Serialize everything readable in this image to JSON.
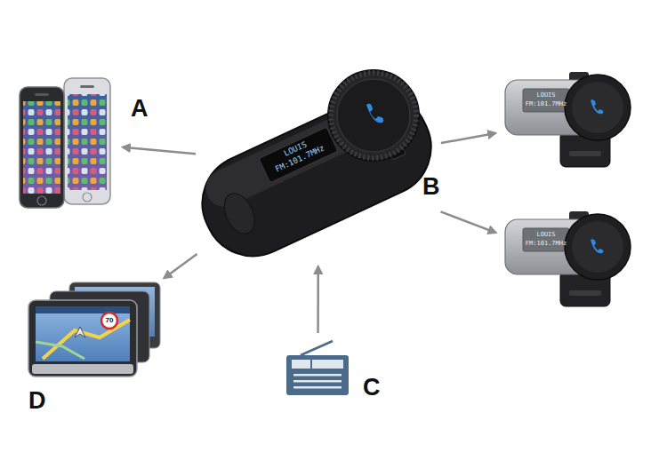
{
  "diagram": {
    "nodes": [
      {
        "text": [
          "A"
        ]
      },
      {
        "text": [
          "LOUIS",
          "FM:101.7MHz"
        ]
      },
      {
        "text": [
          "LOUIS",
          "FM:101.7MHz"
        ]
      },
      {
        "text": [
          "LOUIS",
          "FM:101.7MHz"
        ]
      },
      {
        "text": [
          "D"
        ]
      },
      {
        "text": [
          "C"
        ]
      }
    ],
    "edges": [
      {
        "from": 1,
        "to": 0,
        "arrow": "to"
      },
      {
        "from": 1,
        "to": 2,
        "arrow": "to"
      },
      {
        "from": 1,
        "to": 3,
        "arrow": "to"
      },
      {
        "from": 1,
        "to": 4,
        "arrow": "to"
      },
      {
        "from": 5,
        "to": 1,
        "arrow": "to"
      }
    ],
    "labels": [
      "B",
      "70"
    ]
  }
}
